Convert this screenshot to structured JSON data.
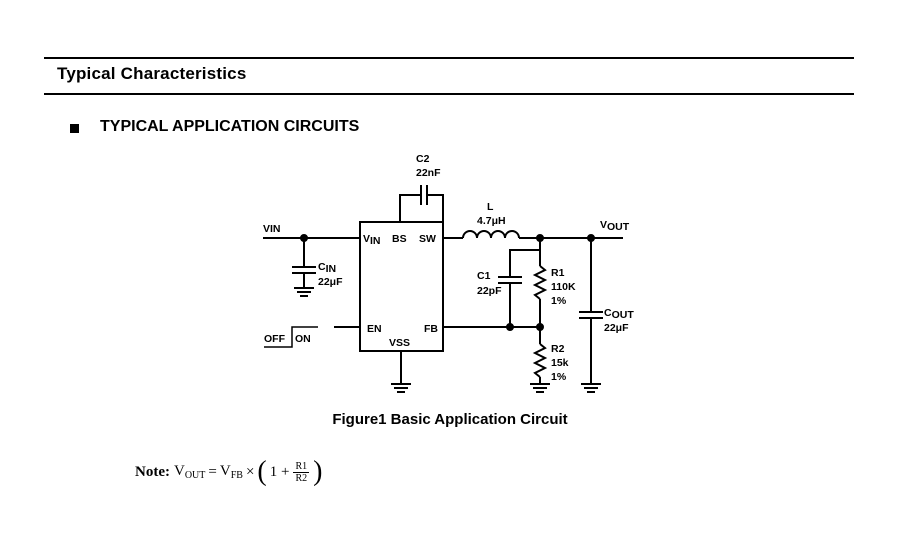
{
  "header": {
    "section_title": "Typical Characteristics"
  },
  "section": {
    "bullet_icon": "square-bullet-icon",
    "title": "TYPICAL APPLICATION CIRCUITS"
  },
  "circuit": {
    "nets": {
      "vin": "VIN",
      "vout_main": "V",
      "vout_sub": "OUT"
    },
    "ic_pins": {
      "vin_main": "V",
      "vin_sub": "IN",
      "bs": "BS",
      "sw": "SW",
      "en": "EN",
      "fb": "FB",
      "vss": "VSS"
    },
    "switch": {
      "off": "OFF",
      "on": "ON"
    },
    "components": {
      "c2": {
        "name": "C2",
        "value": "22nF"
      },
      "l": {
        "name": "L",
        "value": "4.7μH"
      },
      "cin": {
        "name_main": "C",
        "name_sub": "IN",
        "value": "22μF"
      },
      "c1": {
        "name": "C1",
        "value": "22pF"
      },
      "r1": {
        "name": "R1",
        "value": "110K",
        "tolerance": "1%"
      },
      "cout": {
        "name_main": "C",
        "name_sub": "OUT",
        "value": "22μF"
      },
      "r2": {
        "name": "R2",
        "value": "15k",
        "tolerance": "1%"
      }
    }
  },
  "figure": {
    "caption": "Figure1 Basic Application Circuit"
  },
  "note": {
    "label": "Note:",
    "lhs_main": "V",
    "lhs_sub": "OUT",
    "equals": "=",
    "rhs_main": "V",
    "rhs_sub": "FB",
    "times": "×",
    "one_plus": "1 +",
    "frac_num": "R1",
    "frac_den": "R2"
  }
}
